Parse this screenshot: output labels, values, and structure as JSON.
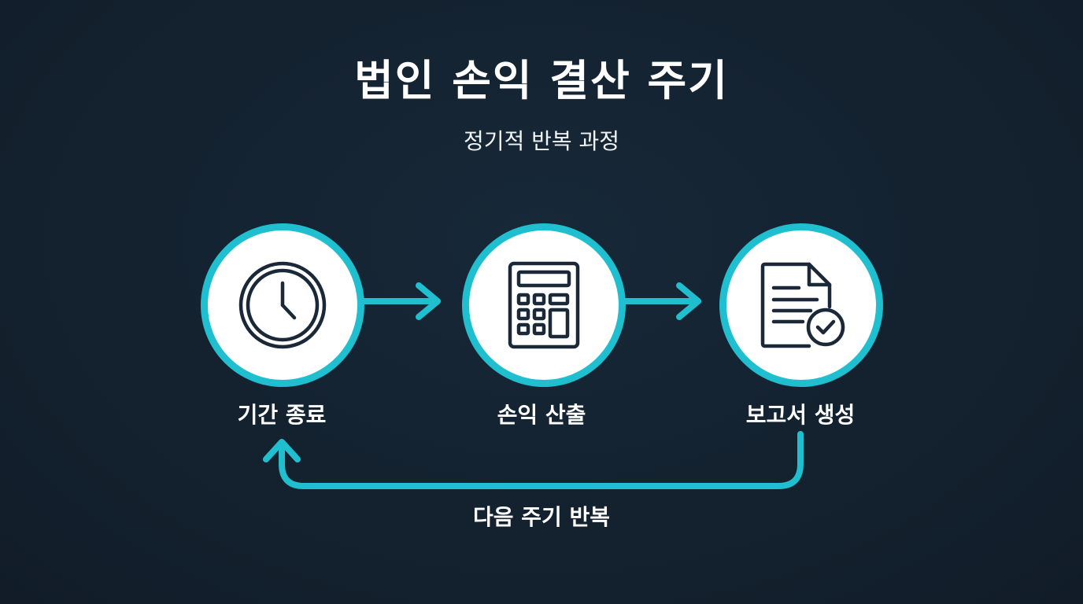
{
  "title": "법인 손익 결산 주기",
  "subtitle": "정기적 반복 과정",
  "steps": [
    {
      "label": "기간 종료",
      "icon": "clock-icon"
    },
    {
      "label": "손익 산출",
      "icon": "calculator-icon"
    },
    {
      "label": "보고서 생성",
      "icon": "document-check-icon"
    }
  ],
  "loop_label": "다음 주기 반복",
  "colors": {
    "background": "#14222f",
    "accent": "#1fbfcf",
    "icon_stroke": "#1b2838",
    "node_fill": "#ffffff",
    "text": "#ffffff"
  }
}
